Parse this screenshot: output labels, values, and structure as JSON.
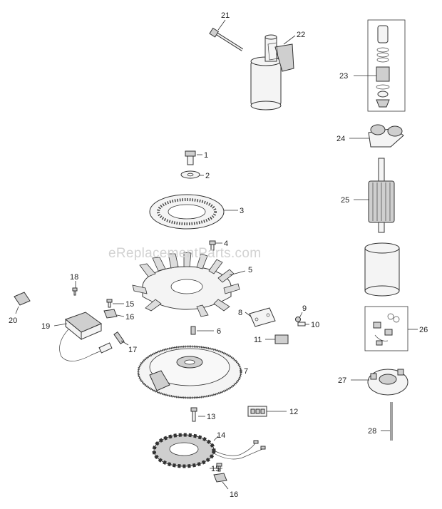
{
  "watermark": "eReplacementParts.com",
  "callouts": [
    {
      "label": "1"
    },
    {
      "label": "2"
    },
    {
      "label": "3"
    },
    {
      "label": "4"
    },
    {
      "label": "5"
    },
    {
      "label": "6"
    },
    {
      "label": "7"
    },
    {
      "label": "8"
    },
    {
      "label": "9"
    },
    {
      "label": "10"
    },
    {
      "label": "11"
    },
    {
      "label": "12"
    },
    {
      "label": "13"
    },
    {
      "label": "14"
    },
    {
      "label": "15"
    },
    {
      "label": "16"
    },
    {
      "label": "17"
    },
    {
      "label": "18"
    },
    {
      "label": "19"
    },
    {
      "label": "20"
    },
    {
      "label": "21"
    },
    {
      "label": "22"
    },
    {
      "label": "23"
    },
    {
      "label": "24"
    },
    {
      "label": "25"
    },
    {
      "label": "26"
    },
    {
      "label": "27"
    },
    {
      "label": "28"
    },
    {
      "label": "15"
    },
    {
      "label": "16"
    }
  ]
}
